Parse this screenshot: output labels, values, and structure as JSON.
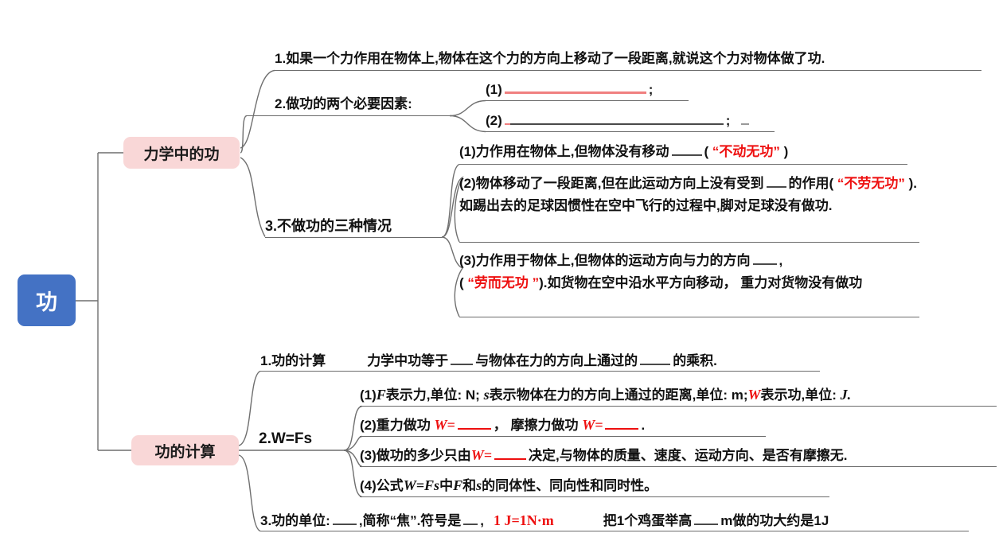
{
  "root": {
    "label": "功"
  },
  "colors": {
    "root_bg": "#4472c4",
    "branch_bg": "#f9d7d7",
    "red_text": "#ee0f0f",
    "salmon_blank": "#f08080"
  },
  "branch1": {
    "label": "力学中的功",
    "item1": {
      "text": "1.如果一个力作用在物体上,物体在这个力的方向上移动了一段距离,就说这个力对物体做了功."
    },
    "item2": {
      "label": "2.做功的两个必要因素:",
      "sub1": {
        "prefix": "(1)",
        "suffix": ";"
      },
      "sub2": {
        "prefix": "(2)",
        "suffix": ";"
      }
    },
    "item3": {
      "label": "3.不做功的三种情况",
      "case1": {
        "pre": "(1)力作用在物体上,但物体没有移动",
        "open": "( ",
        "red": "“不动无功”",
        "close": " )"
      },
      "case2": {
        "pre": "(2)物体移动了一段距离,但在此运动方向上没有受到",
        "mid": "的作用( ",
        "red": "“不劳无功”",
        "post": " ).如踢出去的足球因惯性在空中飞行的过程中,脚对足球没有做功."
      },
      "case3": {
        "pre": "(3)力作用于物体上,但物体的运动方向与力的方向",
        "comma": ",",
        "open": "( ",
        "red": "“劳而无功 ”",
        "post": ").如货物在空中沿水平方向移动， 重力对货物没有做功"
      }
    }
  },
  "branch2": {
    "label": "功的计算",
    "item1": {
      "label": "1.功的计算",
      "t1": "力学中功等于",
      "t2": "与物体在力的方向上通过的",
      "t3": "的乘积."
    },
    "item2": {
      "label": "2.W=Fs",
      "sub1": {
        "p": "(1)",
        "f": "F",
        "t1": "表示力,单位: N; ",
        "s": "s",
        "t2": "表示物体在力的方向上通过的距离,单位: m;",
        "w": "W",
        "t3": "表示功,单位: ",
        "j": "J."
      },
      "sub2": {
        "p": "(2)重力做功 ",
        "w1": "W=",
        "t1": "， 摩擦力做功 ",
        "w2": "W=",
        "t2": "."
      },
      "sub3": {
        "p": "(3)做功的多少只由",
        "w": "W=",
        "t1": "决定,与物体的质量、速度、运动方向、是否有摩擦无."
      },
      "sub4": {
        "p": "(4)公式",
        "wfs": "W=Fs",
        "t1": "中",
        "f": "F",
        "t2": "和",
        "s": "s",
        "t3": "的同体性、同向性和同时性。"
      }
    },
    "item3": {
      "p": "3.功的单位:",
      "t1": ",简称“焦”.符号是",
      "t2": ",",
      "red": "1 J=1N·m",
      "t3": "把1个鸡蛋举高",
      "t4": "m做的功大约是1J"
    }
  }
}
